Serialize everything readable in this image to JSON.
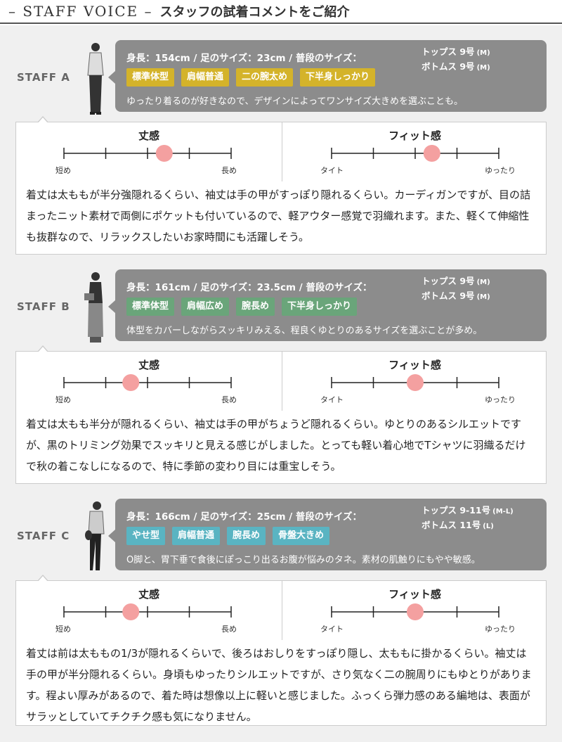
{
  "header": {
    "en": "– STAFF VOICE –",
    "jp": "スタッフの試着コメントをご紹介"
  },
  "colors": {
    "yellow": "#d4b32a",
    "green": "#6aa57a",
    "blue": "#5ab4c2",
    "marker": "#f4a0a0"
  },
  "gauge_labels": {
    "length_title": "丈感",
    "length_lo": "短め",
    "length_hi": "長め",
    "fit_title": "フィット感",
    "fit_lo": "タイト",
    "fit_hi": "ゆったり"
  },
  "staff": [
    {
      "label": "STAFF A",
      "measurements": "身長：154cm / 足のサイズ：23cm / 普段のサイズ：",
      "tops": "トップス 9号",
      "tops_size": "(M)",
      "bottoms": "ボトムス 9号",
      "bottoms_size": "(M)",
      "tags": [
        "標準体型",
        "肩幅普通",
        "二の腕太め",
        "下半身しっかり"
      ],
      "tag_color": "yellow",
      "short_comment": "ゆったり着るのが好きなので、デザインによってワンサイズ大きめを選ぶことも。",
      "length_level": 0.6,
      "fit_level": 0.6,
      "description": "着丈は太ももが半分強隠れるくらい、袖丈は手の甲がすっぽり隠れるくらい。カーディガンですが、目の詰まったニット素材で両側にポケットも付いているので、軽アウター感覚で羽織れます。また、軽くて伸縮性も抜群なので、リラックスしたいお家時間にも活躍しそう。"
    },
    {
      "label": "STAFF B",
      "measurements": "身長：161cm / 足のサイズ：23.5cm / 普段のサイズ：",
      "tops": "トップス 9号",
      "tops_size": "(M)",
      "bottoms": "ボトムス 9号",
      "bottoms_size": "(M)",
      "tags": [
        "標準体型",
        "肩幅広め",
        "腕長め",
        "下半身しっかり"
      ],
      "tag_color": "green",
      "short_comment": "体型をカバーしながらスッキリみえる、程良くゆとりのあるサイズを選ぶことが多め。",
      "length_level": 0.4,
      "fit_level": 0.5,
      "description": "着丈は太もも半分が隠れるくらい、袖丈は手の甲がちょうど隠れるくらい。ゆとりのあるシルエットですが、黒のトリミング効果でスッキリと見える感じがしました。とっても軽い着心地でTシャツに羽織るだけで秋の着こなしになるので、特に季節の変わり目には重宝しそう。"
    },
    {
      "label": "STAFF C",
      "measurements": "身長：166cm / 足のサイズ：25cm / 普段のサイズ：",
      "tops": "トップス 9-11号",
      "tops_size": "(M-L)",
      "bottoms": "ボトムス 11号",
      "bottoms_size": "(L)",
      "tags": [
        "やせ型",
        "肩幅普通",
        "腕長め",
        "骨盤大きめ"
      ],
      "tag_color": "blue",
      "short_comment": "O脚と、胃下垂で食後にぽっこり出るお腹が悩みのタネ。素材の肌触りにもやや敏感。",
      "length_level": 0.4,
      "fit_level": 0.5,
      "description": "着丈は前は太ももの1/3が隠れるくらいで、後ろはおしりをすっぽり隠し、太ももに掛かるくらい。袖丈は手の甲が半分隠れるくらい。身頃もゆったりシルエットですが、さり気なく二の腕周りにもゆとりがあります。程よい厚みがあるので、着た時は想像以上に軽いと感じました。ふっくら弾力感のある編地は、表面がサラッとしていてチクチク感も気になりません。"
    }
  ]
}
